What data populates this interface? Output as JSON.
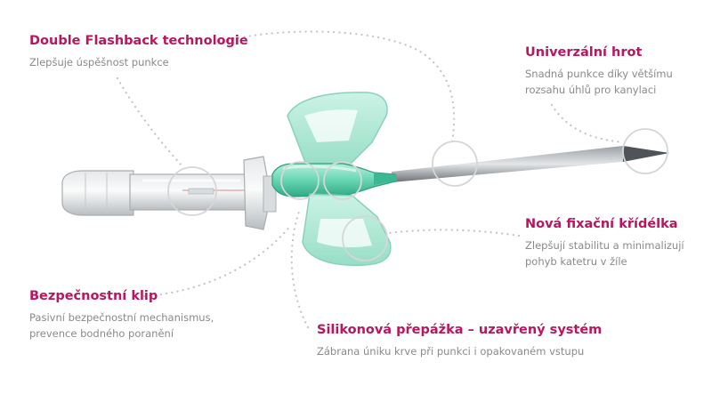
{
  "callouts": {
    "flashback": {
      "title": "Double Flashback technologie",
      "lines": [
        "Zlepšuje úspěšnost punkce"
      ]
    },
    "tip": {
      "title": "Univerzální hrot",
      "lines": [
        "Snadná punkce díky většímu",
        "rozsahu úhlů pro kanylaci"
      ]
    },
    "wings": {
      "title": "Nová fixační křídélka",
      "lines": [
        "Zlepšují stabilitu a minimalizují",
        "pohyb katetru v žíle"
      ]
    },
    "clip": {
      "title": "Bezpečnostní klip",
      "lines": [
        "Pasivní bezpečnostní mechanismus,",
        "prevence bodného poranění"
      ]
    },
    "septum": {
      "title": "Silikonová přepážka – uzavřený systém",
      "lines": [
        "Zábrana úniku krve při punkci i opakovaném vstupu"
      ]
    }
  },
  "colors": {
    "title": "#b8175f",
    "description": "#8a8a8a",
    "dots": "#c4c4c4",
    "catheter_green": "#5fd1ad"
  }
}
